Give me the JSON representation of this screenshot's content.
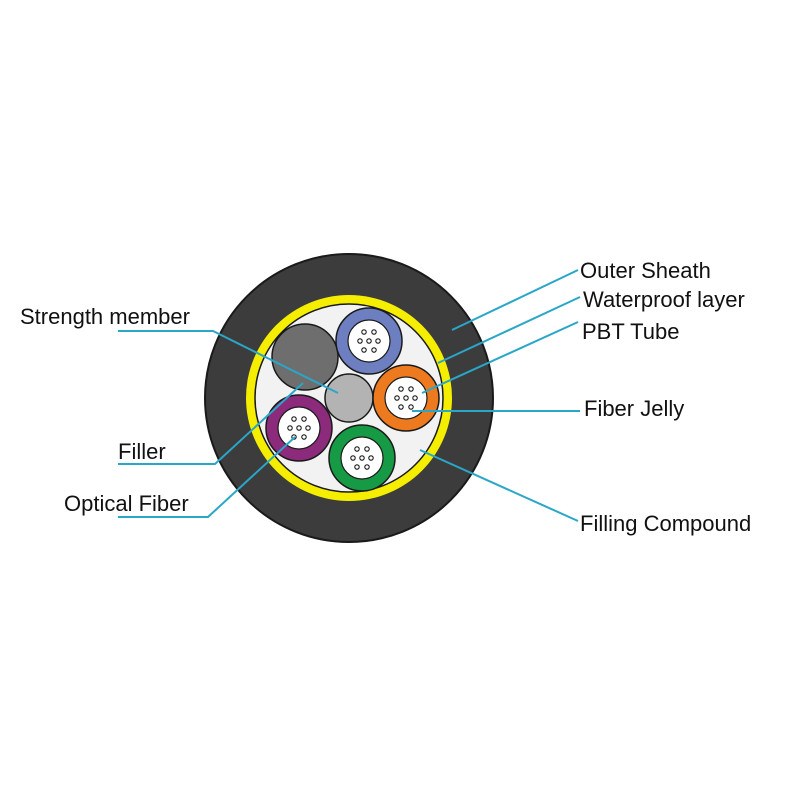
{
  "labels": {
    "outer_sheath": "Outer Sheath",
    "waterproof_layer": "Waterproof layer",
    "pbt_tube": "PBT Tube",
    "fiber_jelly": "Fiber Jelly",
    "filling_compound": "Filling Compound",
    "strength_member": "Strength member",
    "filler": "Filler",
    "optical_fiber": "Optical Fiber"
  },
  "colors": {
    "outer_sheath": "#3c3c3c",
    "waterproof_layer": "#f5ee00",
    "filling_compound": "#f2f2f2",
    "filler": "#6e6e6e",
    "strength_member": "#b3b3b3",
    "tube_blue": "#6d7fc0",
    "tube_orange": "#ee7a1f",
    "tube_purple": "#8c2a7b",
    "tube_green": "#179a45",
    "fiber_jelly": "#ffffff",
    "leader_line": "#2aa6c8"
  }
}
